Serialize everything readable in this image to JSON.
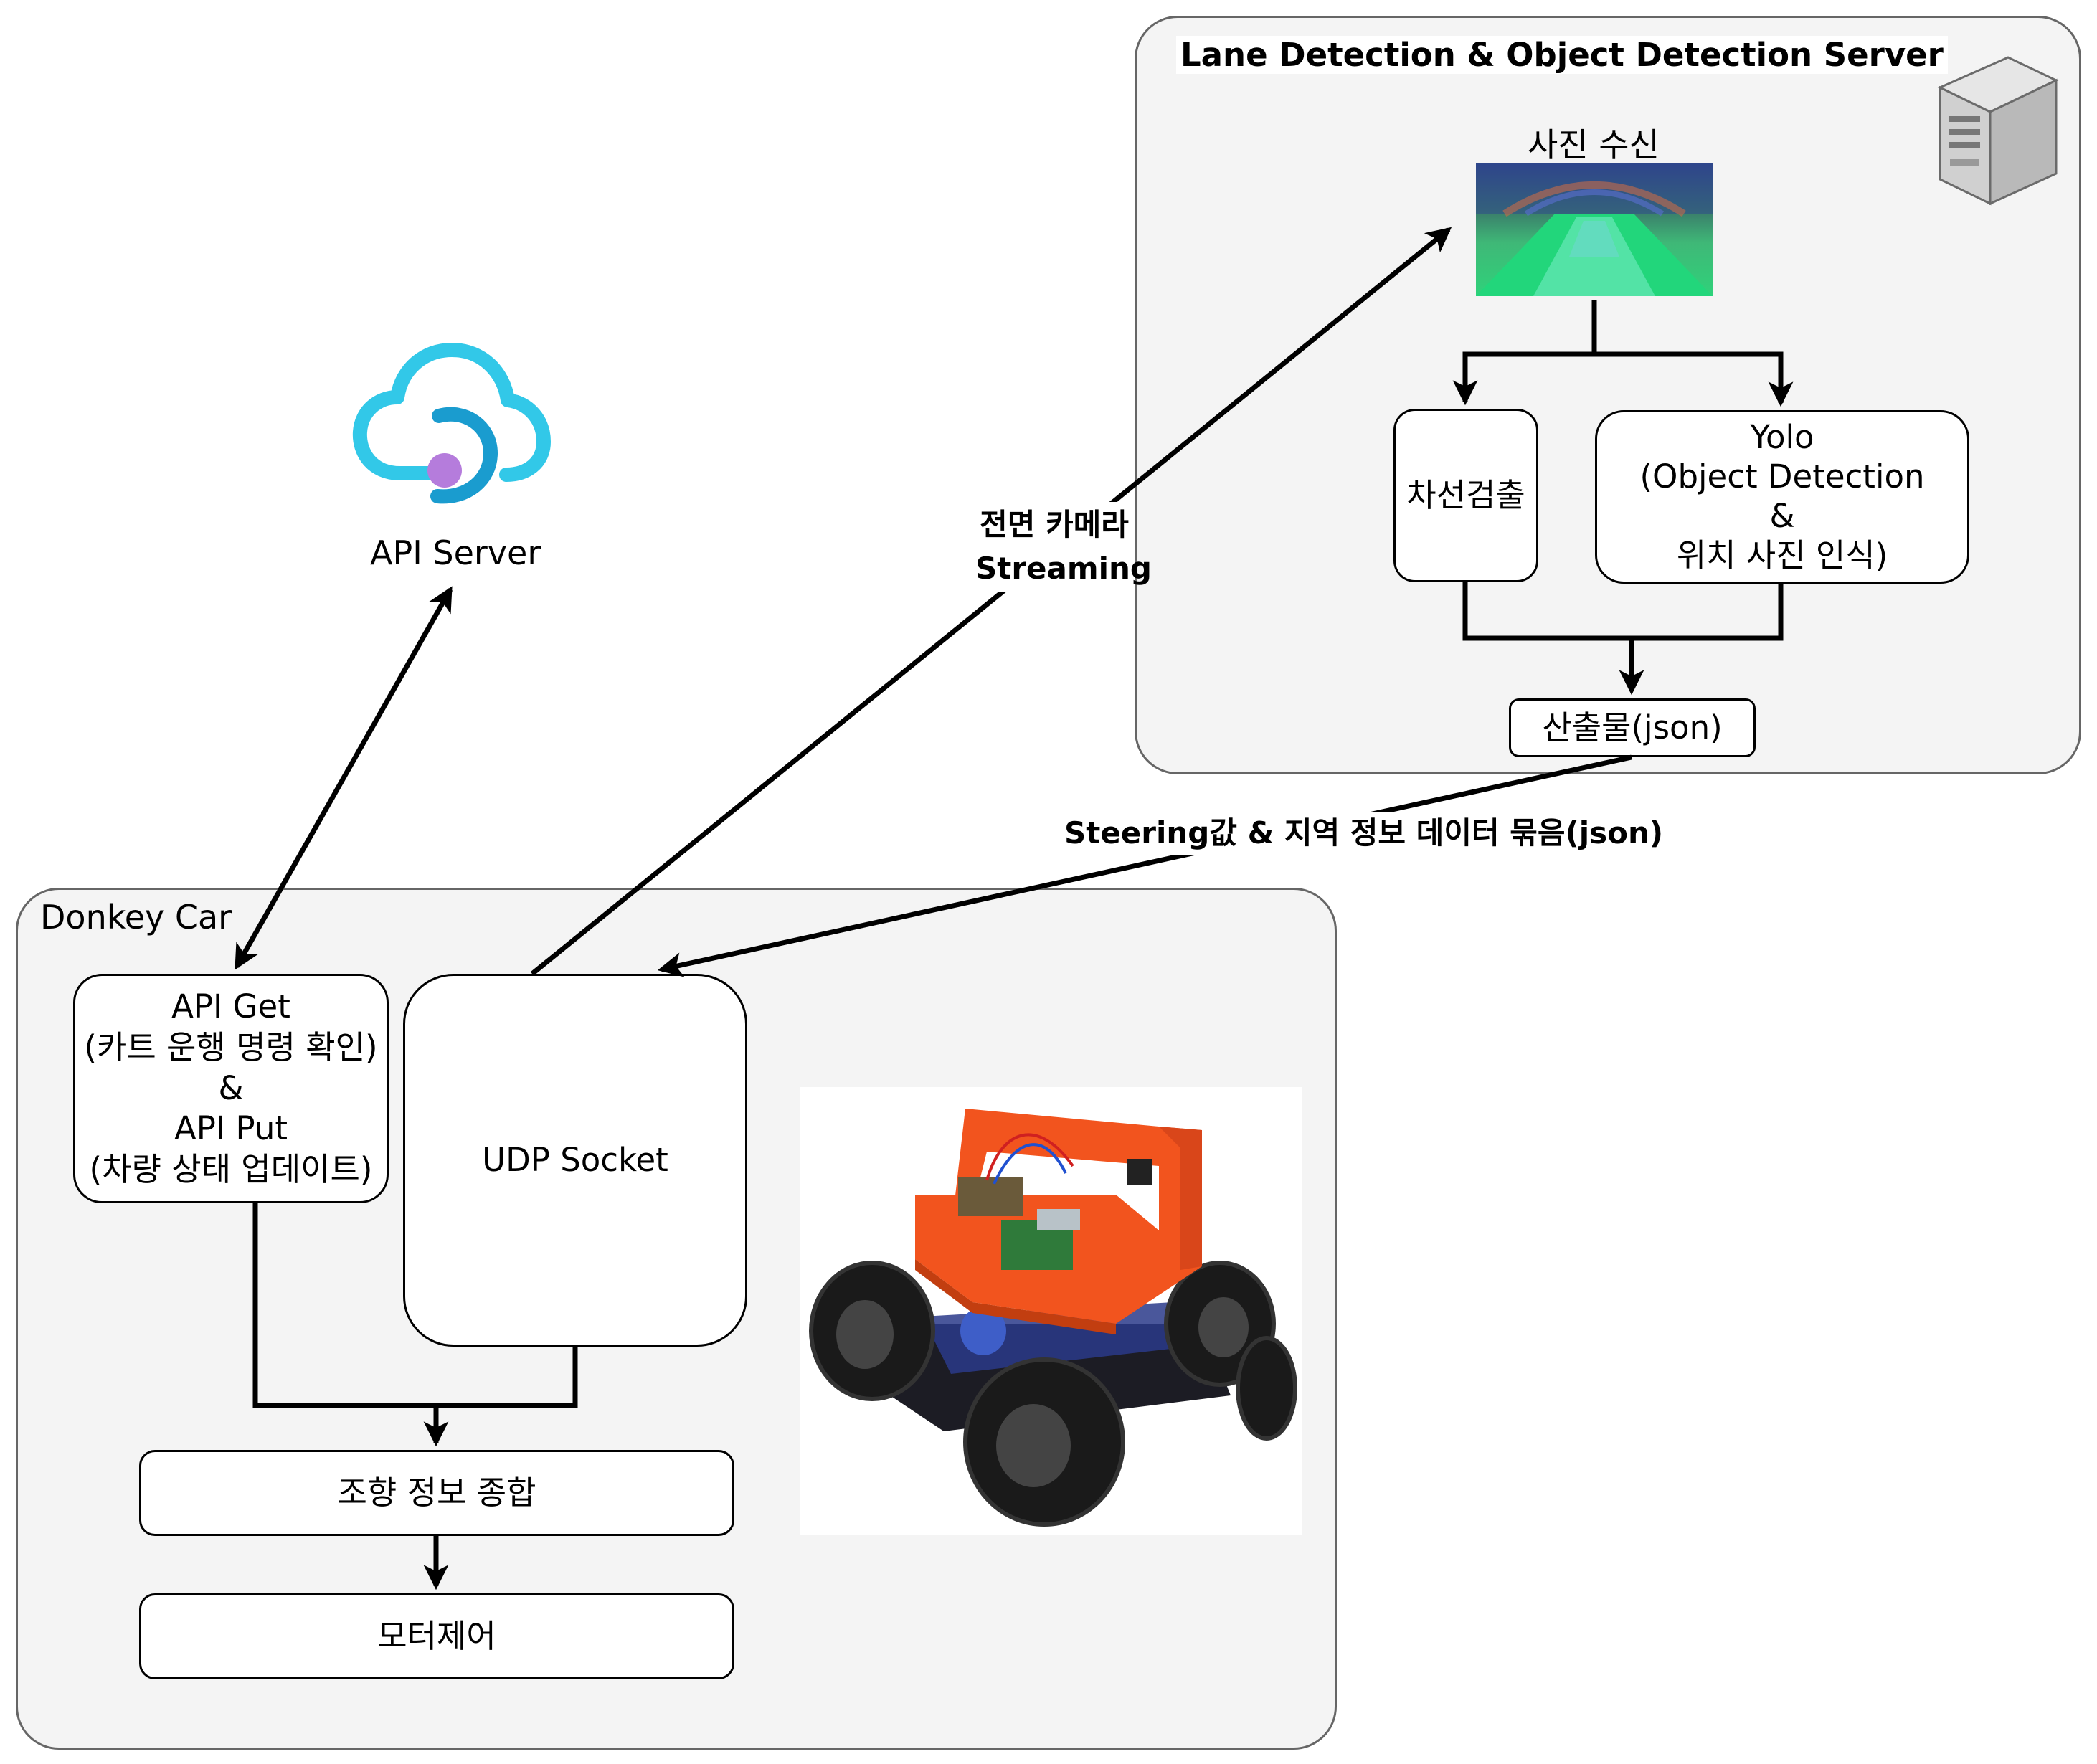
{
  "server_group": {
    "title": "Lane Detection & Object Detection Server",
    "image_caption": "사진 수신",
    "lane_box": "차선검출",
    "yolo_box": [
      "Yolo",
      "(Object Detection",
      "&",
      "위치 사진 인식)"
    ],
    "output_box": "산출물(json)"
  },
  "api_server": {
    "label": "API Server"
  },
  "car_group": {
    "title": "Donkey Car",
    "api_box": [
      "API Get",
      "(카트 운행 명령 확인)",
      "&",
      "API Put",
      "(차량 상태 업데이트)"
    ],
    "udp_box": "UDP Socket",
    "steering_box": "조향 정보 종합",
    "motor_box": "모터제어"
  },
  "edges": {
    "camera_stream": [
      "전면 카메라",
      "Streaming"
    ],
    "steering_data": "Steering값 & 지역 정보 데이터 묶음(json)"
  },
  "colors": {
    "group_fill": "#f4f4f4",
    "group_border": "#666666",
    "cloud_cyan": "#32c8e8",
    "cloud_dot": "#b57cdc",
    "car_orange": "#f2541e"
  }
}
